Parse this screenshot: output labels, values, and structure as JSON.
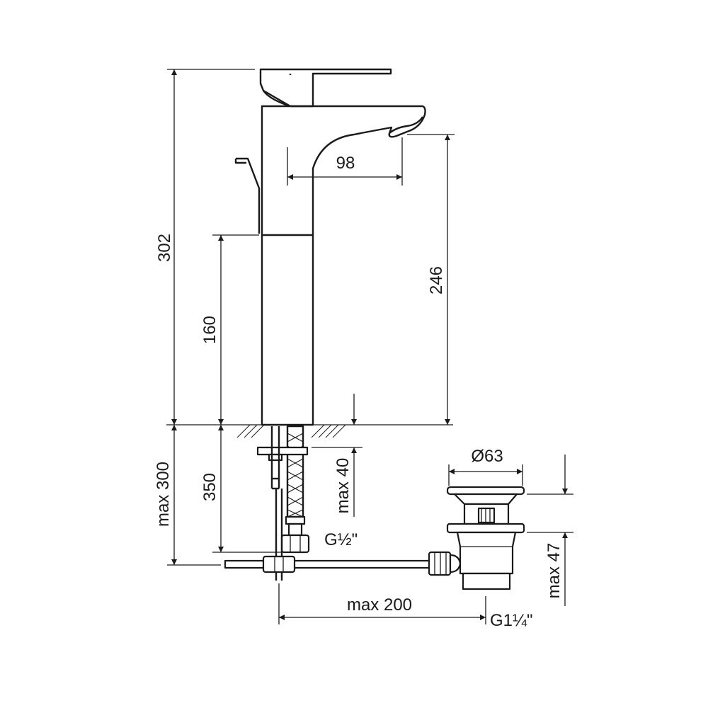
{
  "dimensions": {
    "spout_reach": "98",
    "total_height": "302",
    "spout_height": "246",
    "body_height": "160",
    "max_below_counter": "max 300",
    "hose_length": "350",
    "max_counter_thickness": "max 40",
    "water_connection": "G½\"",
    "waste_diameter": "Ø63",
    "max_waste_height": "max 47",
    "max_rod_length": "max 200",
    "waste_connection": "G1¼\""
  }
}
